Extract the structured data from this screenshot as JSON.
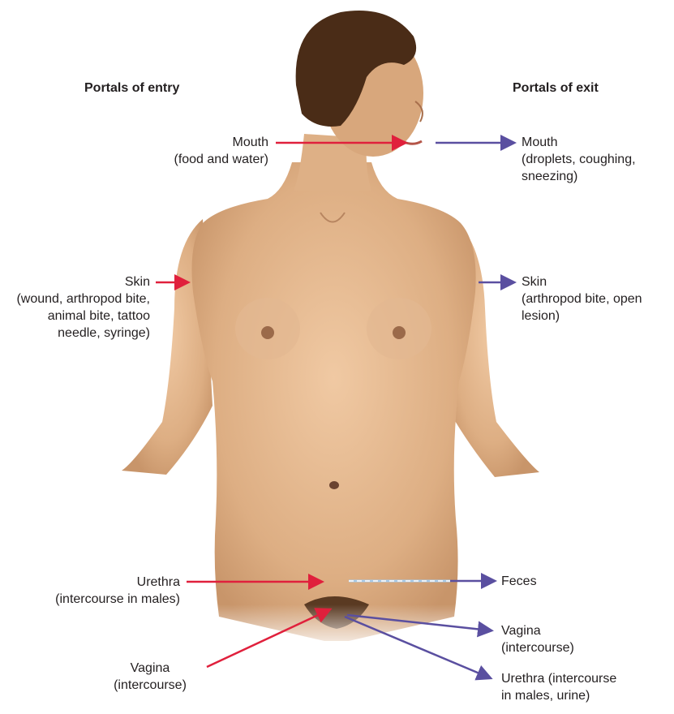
{
  "headings": {
    "entry": "Portals of entry",
    "exit": "Portals of exit"
  },
  "entry": {
    "mouth": {
      "title": "Mouth",
      "detail": "(food and water)"
    },
    "skin": {
      "title": "Skin",
      "detail": "(wound, arthropod bite, animal bite, tattoo needle, syringe)"
    },
    "urethra": {
      "title": "Urethra",
      "detail": "(intercourse in males)"
    },
    "vagina": {
      "title": "Vagina",
      "detail": "(intercourse)"
    }
  },
  "exit": {
    "mouth": {
      "title": "Mouth",
      "detail": "(droplets, coughing, sneezing)"
    },
    "skin": {
      "title": "Skin",
      "detail": "(arthropod bite, open lesion)"
    },
    "feces": {
      "title": "Feces"
    },
    "vagina": {
      "title": "Vagina",
      "detail": "(intercourse)"
    },
    "urethra": {
      "title": "Urethra (intercourse",
      "detail": "in males, urine)"
    }
  },
  "colors": {
    "entry_arrow": "#e0203c",
    "exit_arrow": "#5a4fa0",
    "skin": "#e2b48c",
    "hair": "#4a2c17"
  }
}
